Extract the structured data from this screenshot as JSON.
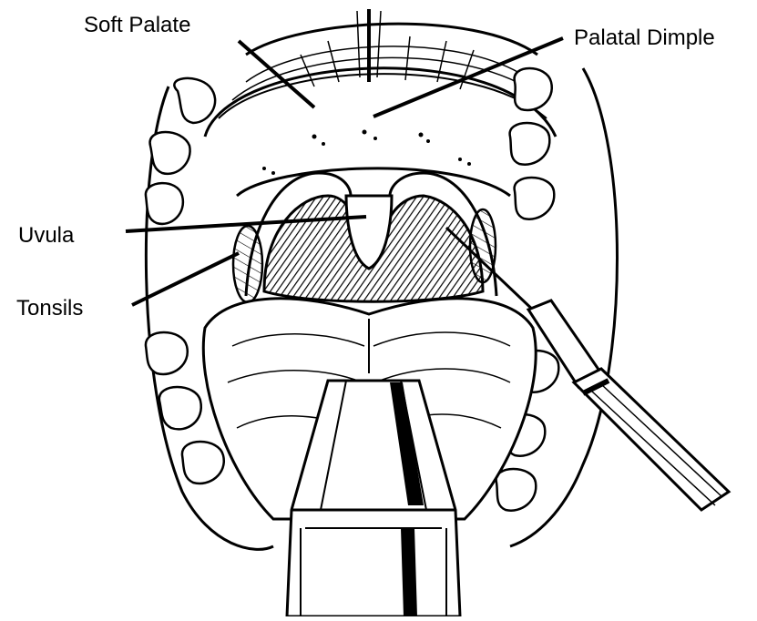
{
  "figure": {
    "labels": {
      "soft_palate": "Soft Palate",
      "palatal_dimple": "Palatal Dimple",
      "uvula": "Uvula",
      "tonsils": "Tonsils"
    },
    "colors": {
      "ink": "#000000",
      "paper": "#ffffff"
    },
    "icons": [
      "tongue-depressor",
      "syringe-needle"
    ]
  }
}
